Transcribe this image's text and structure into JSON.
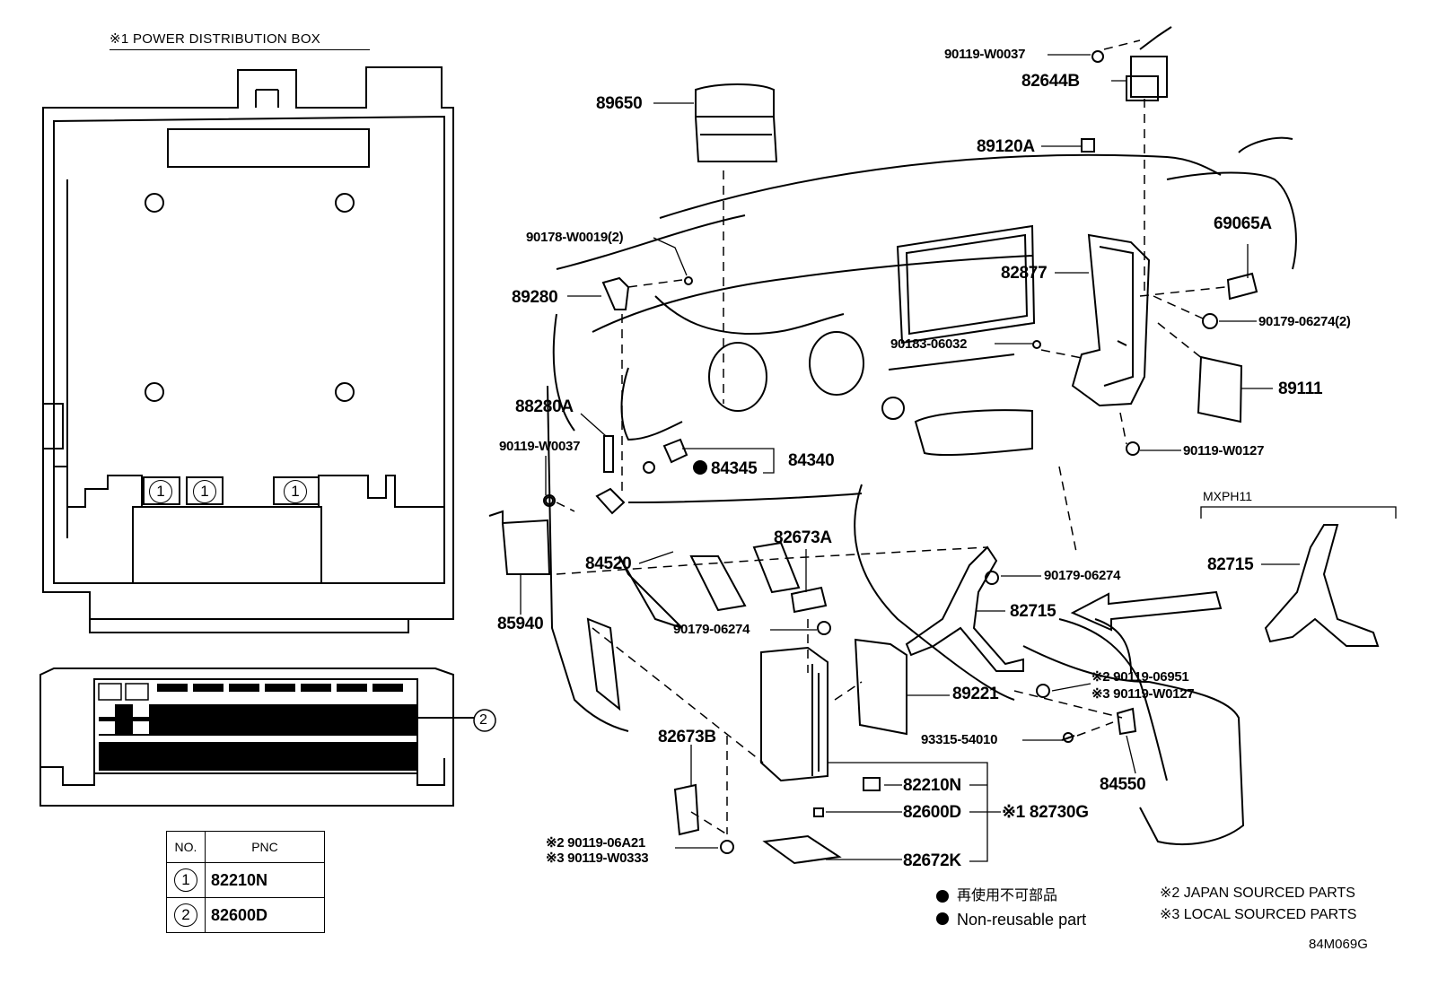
{
  "power_box": {
    "title": "※1  POWER DISTRIBUTION BOX",
    "marker_1": "1",
    "marker_2": "2"
  },
  "pnc_table": {
    "header_no": "NO.",
    "header_pnc": "PNC",
    "rows": [
      {
        "no": "1",
        "pnc": "82210N"
      },
      {
        "no": "2",
        "pnc": "82600D"
      }
    ]
  },
  "parts": {
    "p90119_W0037_top": "90119-W0037",
    "p82644B": "82644B",
    "p89650": "89650",
    "p89120A": "89120A",
    "p90178": "90178-W0019(2)",
    "p69065A": "69065A",
    "p89280": "89280",
    "p82877": "82877",
    "p90179_06274_2": "90179-06274(2)",
    "p90183": "90183-06032",
    "p89111": "89111",
    "p88280A": "88280A",
    "p90119_W0037_left": "90119-W0037",
    "p84345": "84345",
    "p84340": "84340",
    "p90119_W0127": "90119-W0127",
    "mxph11": "MXPH11",
    "p82715_right": "82715",
    "p82673A": "82673A",
    "p84520": "84520",
    "p90179_06274_a": "90179-06274",
    "p82715": "82715",
    "p85940": "85940",
    "p90179_06274_b": "90179-06274",
    "p90119_06951": "※2 90119-06951",
    "p90119_W0127_b": "※3 90119-W0127",
    "p89221": "89221",
    "p93315": "93315-54010",
    "p82673B": "82673B",
    "p84550": "84550",
    "p82210N": "82210N",
    "p82600D": "82600D",
    "p82730G": "※1 82730G",
    "p90119_06A21": "※2 90119-06A21",
    "p90119_W0333": "※3 90119-W0333",
    "p82672K": "82672K"
  },
  "legend": {
    "nonreusable_jp": "再使用不可部品",
    "nonreusable_en": "Non-reusable part",
    "japan": "※2 JAPAN SOURCED PARTS",
    "local": "※3 LOCAL SOURCED PARTS",
    "code": "84M069G"
  }
}
